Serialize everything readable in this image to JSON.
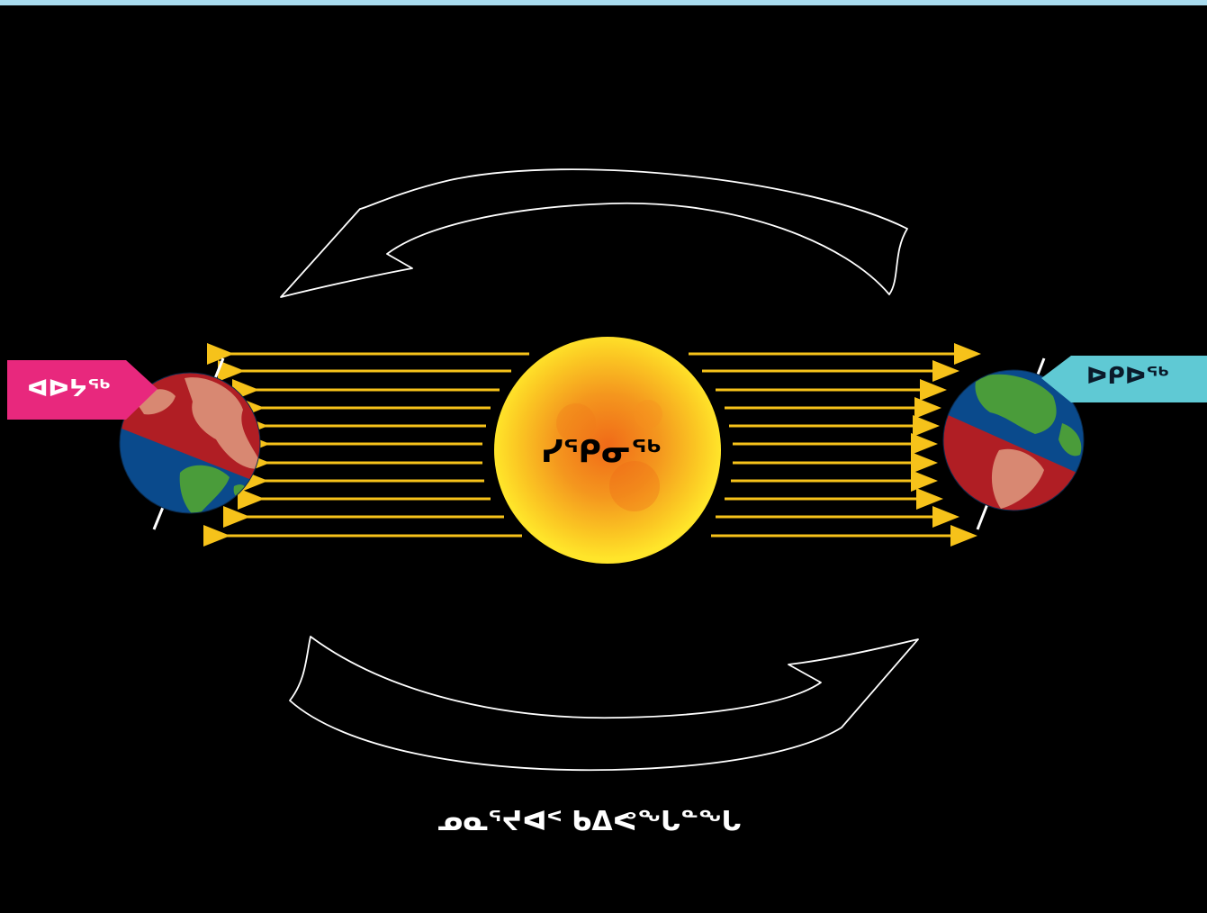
{
  "colors": {
    "background": "#000000",
    "top_bar": "#a9dcef",
    "ray": "#f6c21a",
    "orbit_arrow": "#ffffff",
    "winter_tag": "#e8287d",
    "summer_tag": "#5fc9d4",
    "sun_core": "#f28a1c",
    "sun_edge": "#ffe628",
    "ocean": "#0a4a8c",
    "land_green": "#4a9c3a",
    "night_red": "#b01e24",
    "night_land": "#d88872"
  },
  "labels": {
    "winter": "ᐊᐅᔭᖅ",
    "summer": "ᐅᑭᐅᖅ",
    "sun": "ᓯᕿᓂᖅ",
    "caption": "ᓄᓇᕐᔪᐊᑉ ᑲᐃᕙᖓᓐᖓ"
  },
  "icons": {
    "left_earth": "earth-globe-icon",
    "right_earth": "earth-globe-icon",
    "sun": "sun-icon",
    "orbit_top": "curved-arrow-left-icon",
    "orbit_bottom": "curved-arrow-right-icon"
  }
}
